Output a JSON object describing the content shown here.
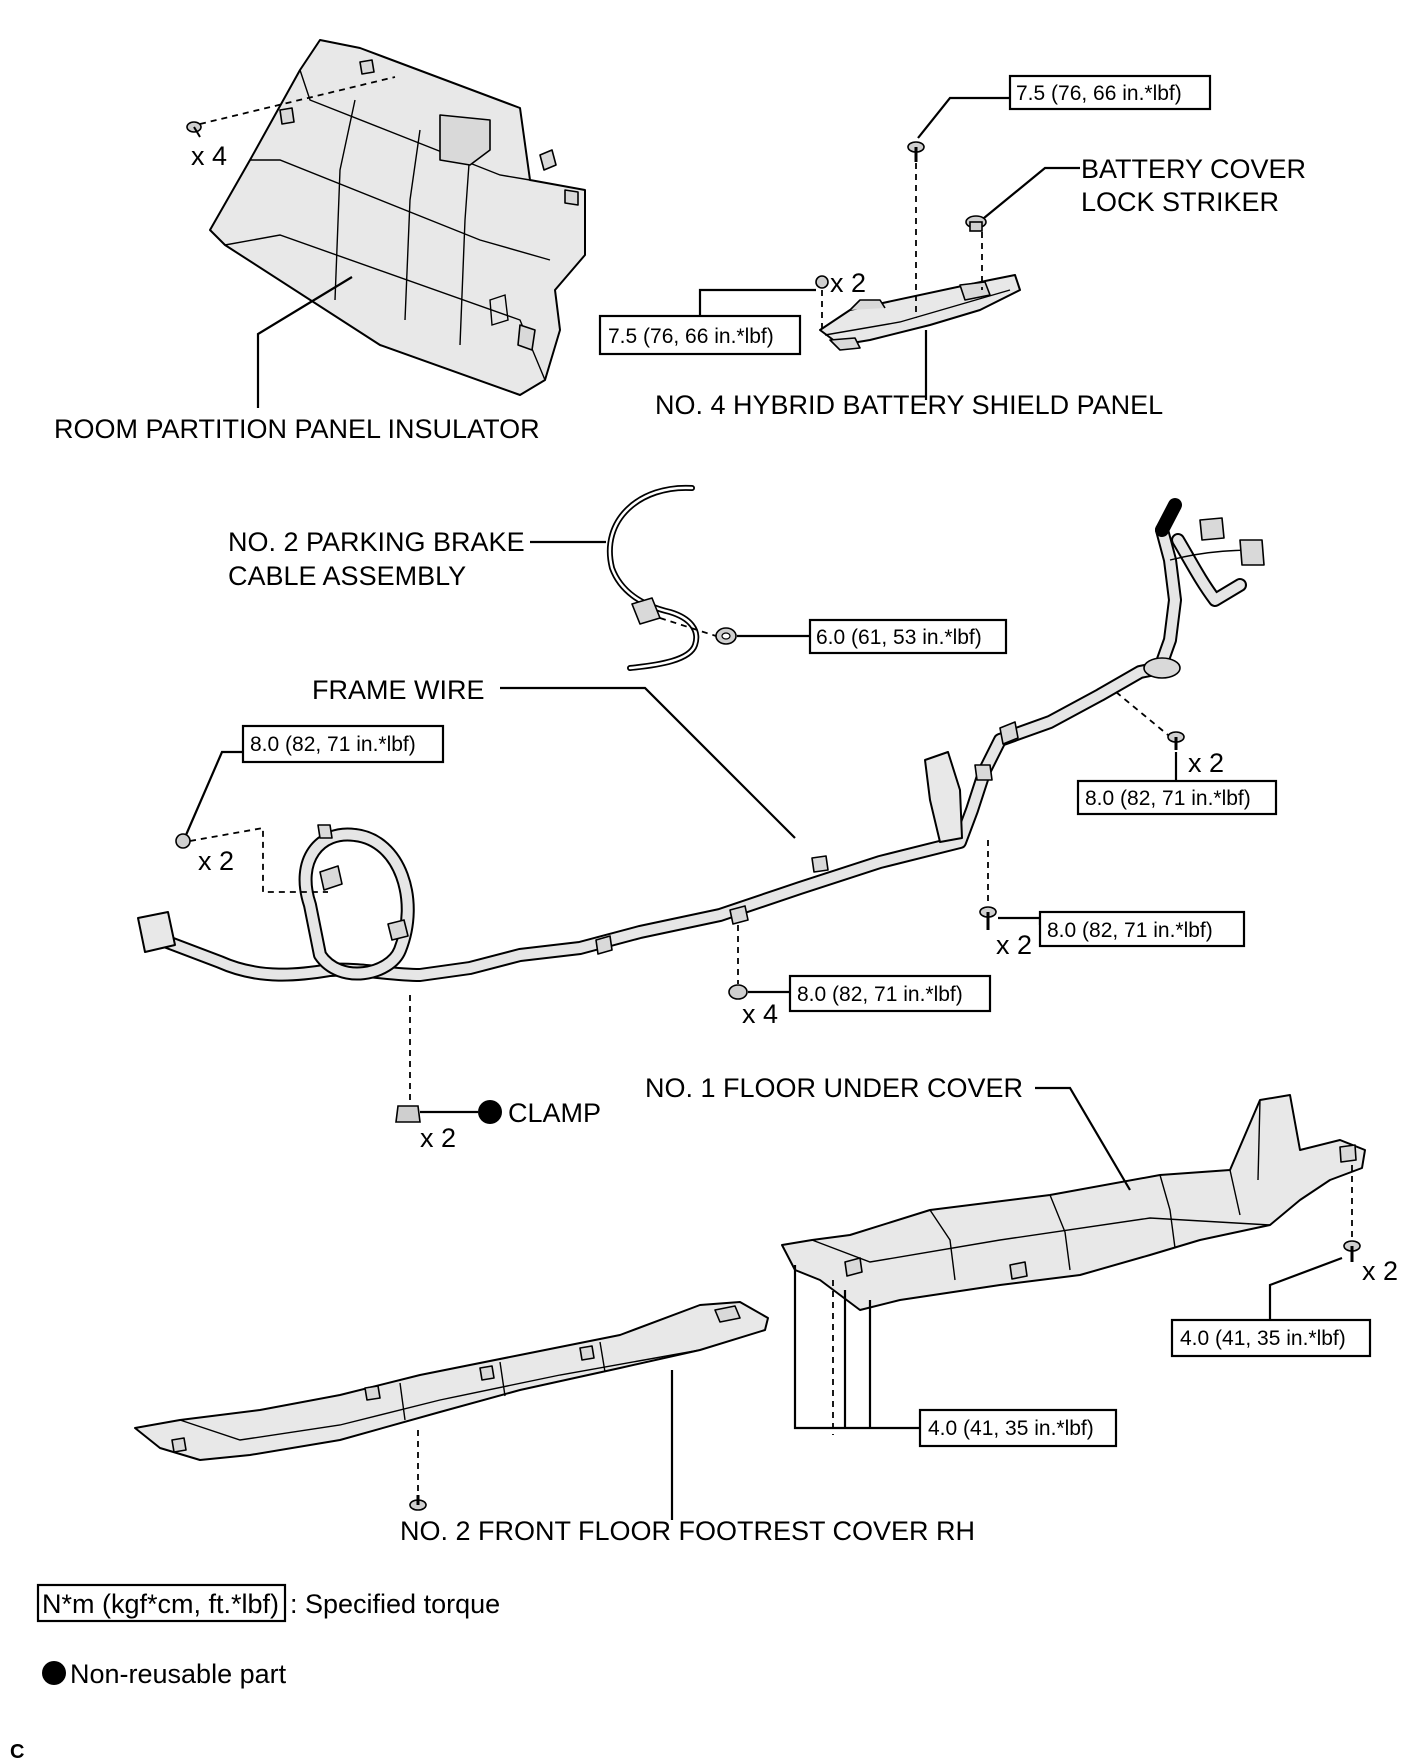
{
  "labels": {
    "room_partition_panel_insulator": "ROOM PARTITION PANEL INSULATOR",
    "battery_cover_lock_striker_line1": "BATTERY COVER",
    "battery_cover_lock_striker_line2": "LOCK STRIKER",
    "no4_hybrid_battery_shield_panel": "NO. 4 HYBRID BATTERY SHIELD PANEL",
    "no2_parking_brake_cable_line1": "NO. 2 PARKING BRAKE",
    "no2_parking_brake_cable_line2": "CABLE ASSEMBLY",
    "frame_wire": "FRAME WIRE",
    "clamp": "CLAMP",
    "no1_floor_under_cover": "NO. 1 FLOOR UNDER COVER",
    "no2_front_floor_footrest_cover_rh": "NO. 2 FRONT FLOOR FOOTREST COVER RH"
  },
  "quantities": {
    "insulator_clips": "x 4",
    "shield_nuts": "x 2",
    "frame_wire_left_nuts": "x 2",
    "frame_wire_right_bolts_top": "x 2",
    "frame_wire_right_bolts_mid": "x 2",
    "frame_wire_center_nuts": "x 4",
    "clamps": "x 2",
    "floor_under_cover_bolts": "x 2"
  },
  "torques": {
    "shield_top_bolt": "7.5 (76, 66 in.*lbf)",
    "shield_nuts": "7.5 (76, 66 in.*lbf)",
    "parking_brake_nut": "6.0 (61, 53 in.*lbf)",
    "frame_wire_left": "8.0 (82, 71 in.*lbf)",
    "frame_wire_right_top": "8.0 (82, 71 in.*lbf)",
    "frame_wire_right_mid": "8.0 (82, 71 in.*lbf)",
    "frame_wire_center": "8.0 (82, 71 in.*lbf)",
    "floor_cover_right": "4.0 (41, 35 in.*lbf)",
    "floor_cover_left": "4.0 (41, 35 in.*lbf)"
  },
  "legend": {
    "torque_box": "N*m (kgf*cm, ft.*lbf)",
    "torque_desc": ": Specified torque",
    "non_reusable": "Non-reusable part"
  },
  "corner_mark": "C"
}
